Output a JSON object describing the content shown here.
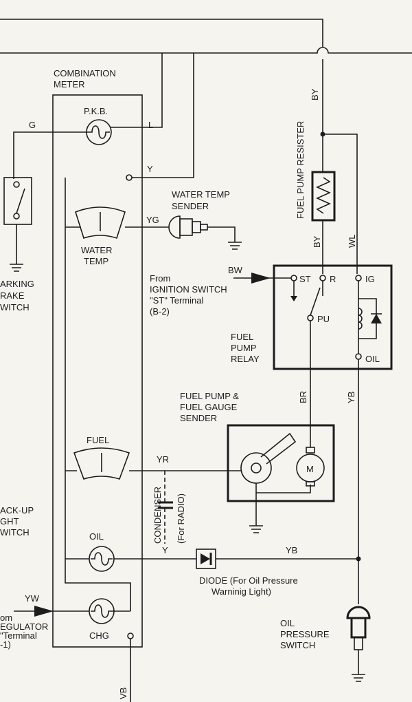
{
  "wire_colors": {
    "g": "G",
    "l": "L",
    "y_top": "Y",
    "yg": "YG",
    "by_top": "BY",
    "by_resistor": "BY",
    "wl": "WL",
    "bw": "BW",
    "br": "BR",
    "yb_relay": "YB",
    "yr": "YR",
    "y_cond": "Y",
    "yb_diode": "YB",
    "yw": "YW",
    "vb": "VB"
  },
  "labels": {
    "combination_meter": [
      "COMBINATION",
      "METER"
    ],
    "pkb": "P.K.B.",
    "water_temp": [
      "WATER",
      "TEMP"
    ],
    "water_temp_sender": [
      "WATER TEMP",
      "SENDER"
    ],
    "fuel": "FUEL",
    "oil": "OIL",
    "chg": "CHG",
    "parking_brake_switch": [
      "ARKING",
      "RAKE",
      "WITCH"
    ],
    "backup_light_switch": [
      "ACK-UP",
      "GHT",
      "WITCH"
    ],
    "regulator": [
      "om",
      "EGULATOR",
      "\"Terminal",
      "-1)"
    ],
    "from_ignition": [
      "From",
      "IGNITION SWITCH",
      "\"ST\" Terminal",
      "(B-2)"
    ],
    "fuel_pump_resister": "FUEL PUMP RESISTER",
    "fuel_pump_relay": [
      "FUEL",
      "PUMP",
      "RELAY"
    ],
    "relay_st": "ST",
    "relay_r": "R",
    "relay_ig": "IG",
    "relay_pu": "PU",
    "relay_oil": "OIL",
    "fuel_pump_sender": [
      "FUEL PUMP &",
      "FUEL GAUGE",
      "SENDER"
    ],
    "motor": "M",
    "condenser": "CONDENSER",
    "for_radio": "(For RADIO)",
    "diode": [
      "DIODE (For Oil  Pressure",
      "Warninig Light)"
    ],
    "oil_pressure_switch": [
      "OIL",
      "PRESSURE",
      "SWITCH"
    ]
  }
}
